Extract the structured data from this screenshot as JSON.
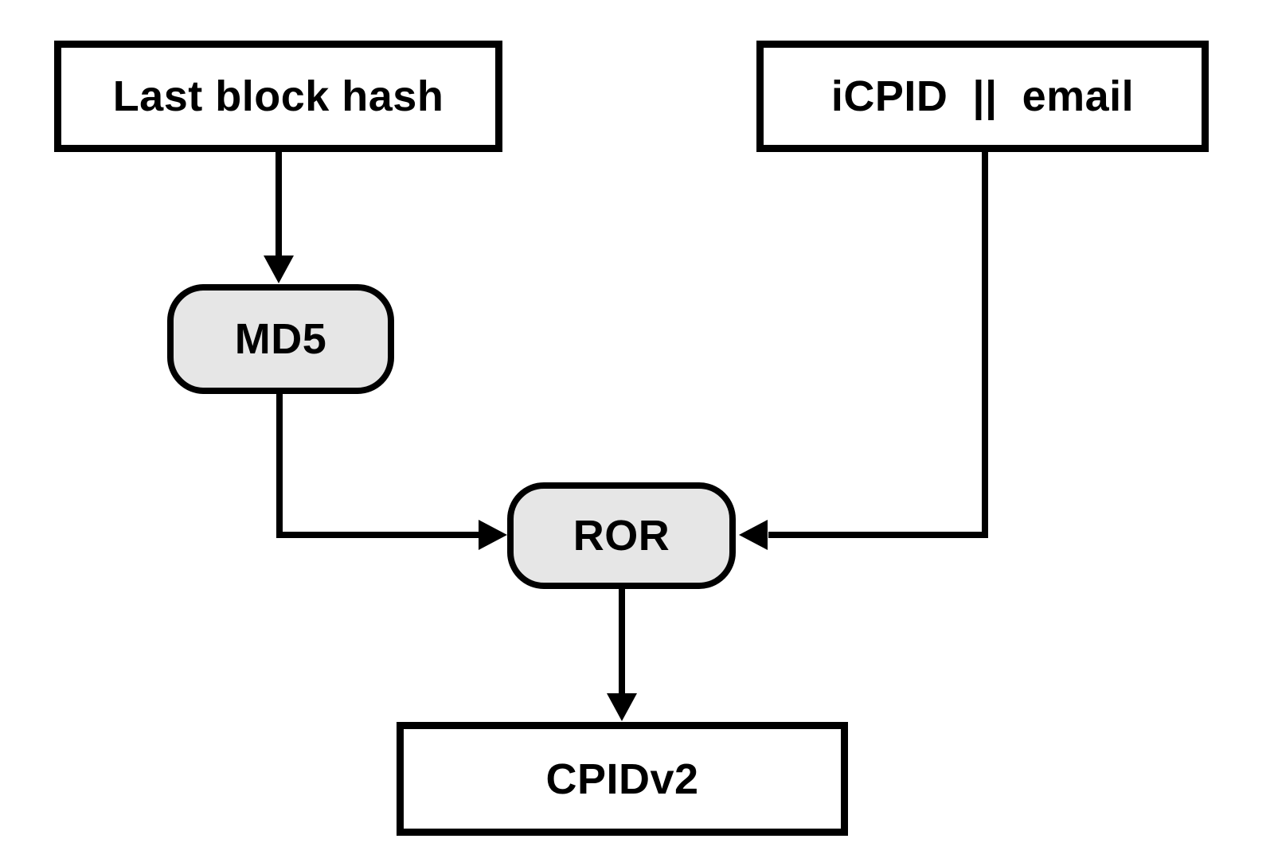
{
  "diagram": {
    "background_color": "#ffffff",
    "stroke_color": "#000000",
    "process_node_fill": "#e6e6e6",
    "data_node_fill": "#ffffff",
    "text_color": "#000000"
  },
  "nodes": {
    "last_block_hash": {
      "label": "Last block hash",
      "shape": "rectangle"
    },
    "icpid_email": {
      "label": "iCPID  ||  email",
      "shape": "rectangle"
    },
    "md5": {
      "label": "MD5",
      "shape": "rounded"
    },
    "ror": {
      "label": "ROR",
      "shape": "rounded"
    },
    "cpidv2": {
      "label": "CPIDv2",
      "shape": "rectangle"
    }
  },
  "edges": [
    {
      "from": "last_block_hash",
      "to": "md5"
    },
    {
      "from": "md5",
      "to": "ror"
    },
    {
      "from": "icpid_email",
      "to": "ror"
    },
    {
      "from": "ror",
      "to": "cpidv2"
    }
  ]
}
